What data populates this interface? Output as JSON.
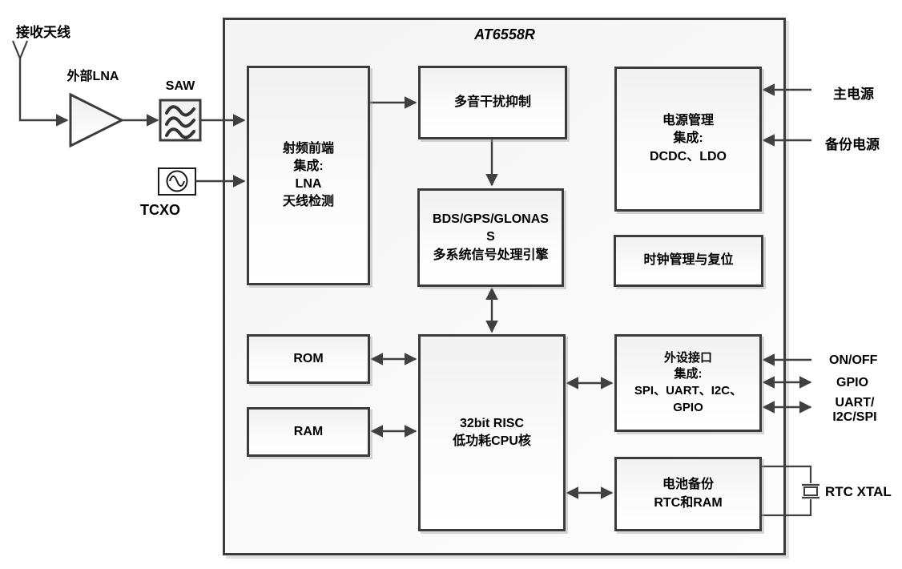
{
  "chip": {
    "title": "AT6558R"
  },
  "external": {
    "antenna_label": "接收天线",
    "lna_label": "外部LNA",
    "saw_label": "SAW",
    "tcxo_label": "TCXO",
    "rtc_xtal_label": "RTC XTAL"
  },
  "blocks": {
    "rf_frontend": {
      "label": "射频前端\n集成:\nLNA\n天线检测"
    },
    "multitone": {
      "label": "多音干扰抑制"
    },
    "signal_engine": {
      "label": "BDS/GPS/GLONAS\nS\n多系统信号处理引擎"
    },
    "power_mgmt": {
      "label": "电源管理\n集成:\nDCDC、LDO"
    },
    "clock_reset": {
      "label": "时钟管理与复位"
    },
    "rom": {
      "label": "ROM"
    },
    "ram": {
      "label": "RAM"
    },
    "cpu": {
      "label": "32bit RISC\n低功耗CPU核"
    },
    "peripherals": {
      "label": "外设接口\n集成:\nSPI、UART、I2C、\nGPIO"
    },
    "battery_rtc": {
      "label": "电池备份\nRTC和RAM"
    }
  },
  "io": {
    "main_power": "主电源",
    "backup_power": "备份电源",
    "on_off": "ON/OFF",
    "gpio": "GPIO",
    "uart_i2c_spi": "UART/\nI2C/SPI"
  },
  "colors": {
    "line": "#404040",
    "block_border": "#3b3b3b",
    "text": "#000000",
    "background": "#ffffff"
  }
}
